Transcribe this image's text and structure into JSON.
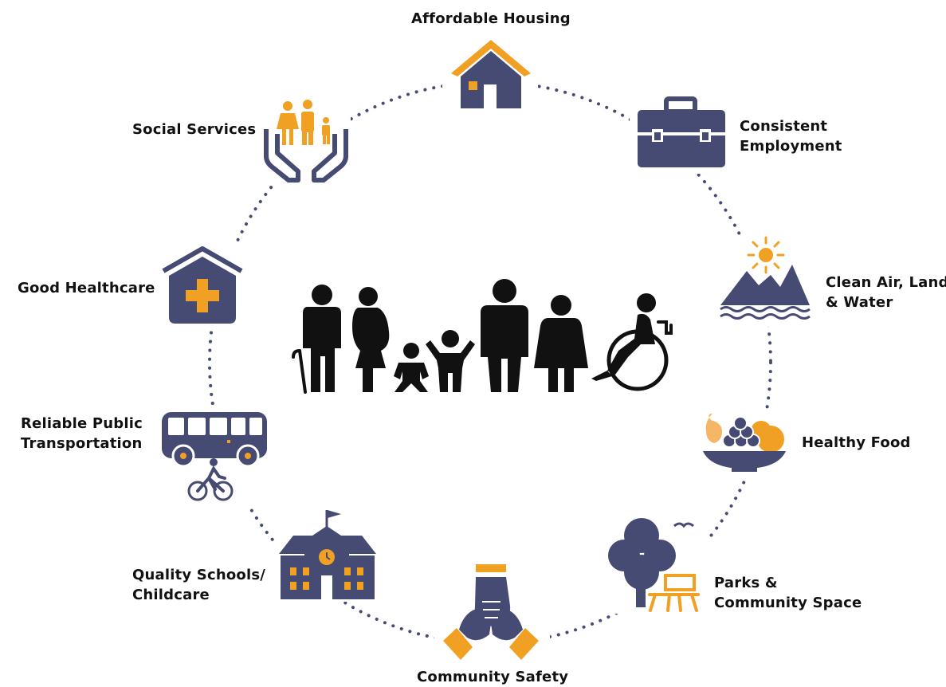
{
  "colors": {
    "navy": "#454b72",
    "orange": "#f0a022",
    "light_orange": "#f5b667",
    "black": "#111111"
  },
  "nodes": [
    {
      "id": "housing",
      "icon": "house-icon",
      "label_lines": [
        "Affordable Housing"
      ]
    },
    {
      "id": "employment",
      "icon": "briefcase-icon",
      "label_lines": [
        "Consistent",
        "Employment"
      ]
    },
    {
      "id": "environment",
      "icon": "mountains-sun-water-icon",
      "label_lines": [
        "Clean Air, Land",
        "& Water"
      ]
    },
    {
      "id": "food",
      "icon": "fruit-bowl-icon",
      "label_lines": [
        "Healthy Food"
      ]
    },
    {
      "id": "parks",
      "icon": "tree-bench-icon",
      "label_lines": [
        "Parks &",
        "Community Space"
      ]
    },
    {
      "id": "safety",
      "icon": "joined-hands-icon",
      "label_lines": [
        "Community Safety"
      ]
    },
    {
      "id": "schools",
      "icon": "school-building-icon",
      "label_lines": [
        "Quality Schools/",
        "Childcare"
      ]
    },
    {
      "id": "transport",
      "icon": "bus-bicycle-icon",
      "label_lines": [
        "Reliable Public",
        "Transportation"
      ]
    },
    {
      "id": "healthcare",
      "icon": "hospital-cross-icon",
      "label_lines": [
        "Good Healthcare"
      ]
    },
    {
      "id": "social",
      "icon": "family-in-hands-icon",
      "label_lines": [
        "Social Services"
      ]
    }
  ],
  "center": {
    "icon": "diverse-people-group-icon"
  }
}
